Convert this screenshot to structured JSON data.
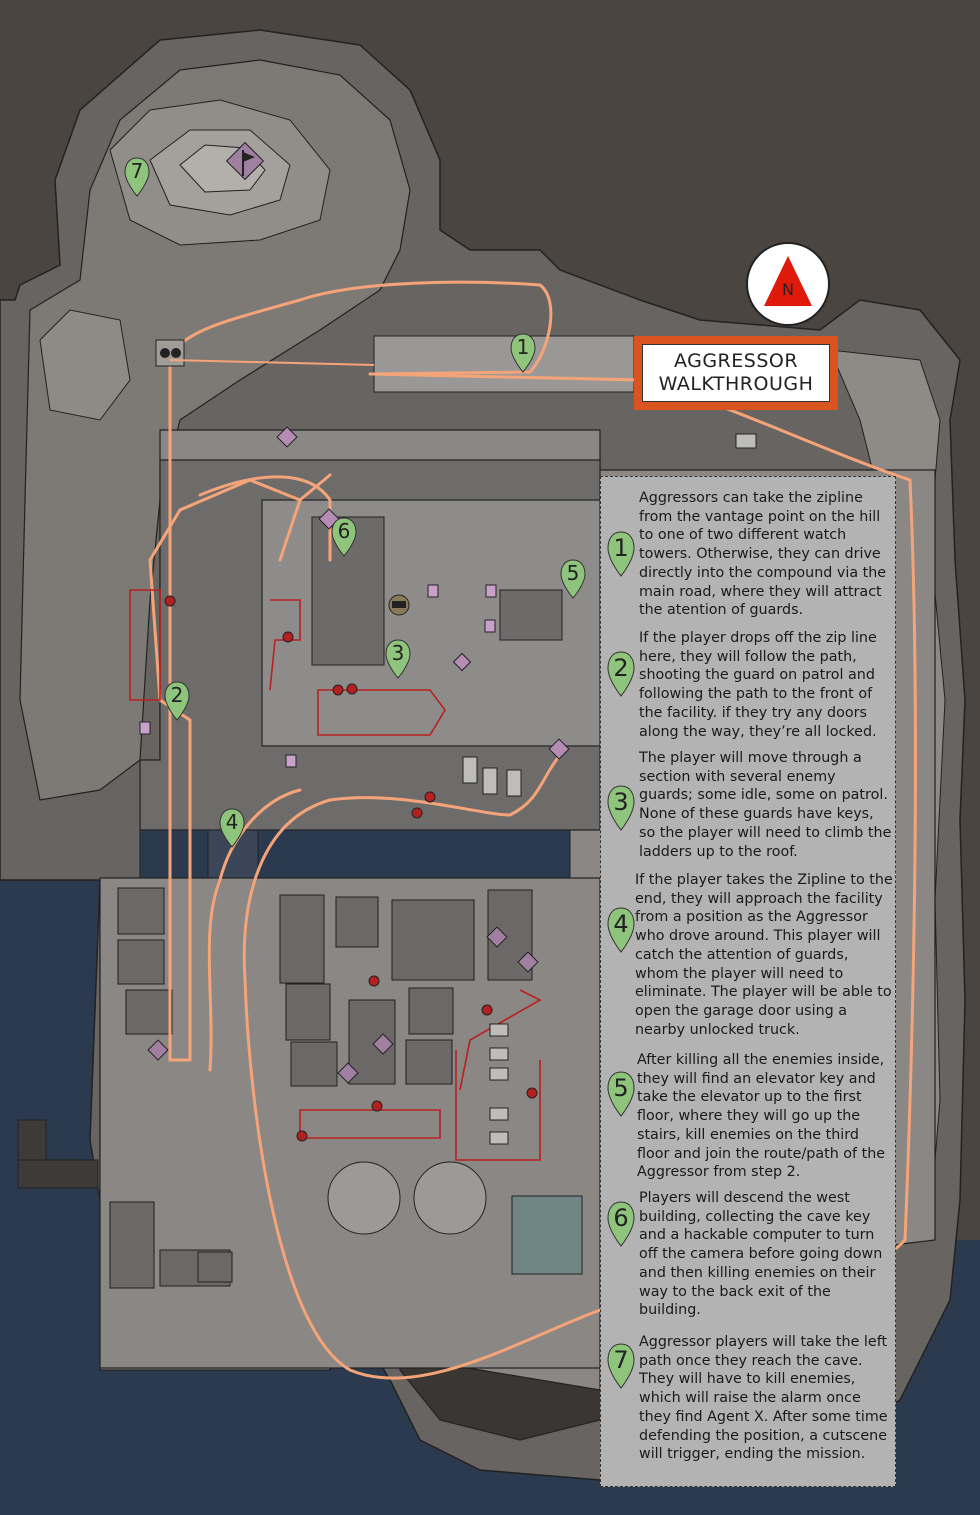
{
  "title": {
    "line1": "AGGRESSOR",
    "line2": "WALKTHROUGH"
  },
  "north": {
    "label": "N"
  },
  "colors": {
    "route": "#f4a478",
    "guard_path": "#b92020",
    "title_frame": "#d9541e",
    "north_arrow": "#e01a0a",
    "marker": "#8fc47c",
    "water": "#2c3a4f",
    "background": "#4a4541",
    "legend_bg": "#b3b3b3"
  },
  "steps": [
    {
      "number": "1",
      "text": "Aggressors can take the zipline from the vantage point on the hill to one of two different watch towers. Otherwise, they can drive directly into the compound via the main road, where they will attract the atention of guards."
    },
    {
      "number": "2",
      "text": "If the player drops off the zip line here, they will follow the path, shooting the guard on patrol and following the path to the front of the facility. if they try any doors along the way, they’re all locked."
    },
    {
      "number": "3",
      "text": "The player will move through a section with several enemy guards; some idle, some on patrol. None of these guards have keys, so the player will need to climb the ladders up to the roof."
    },
    {
      "number": "4",
      "text": "If the player takes the Zipline to the end, they will approach the facility from a position as the Aggressor who drove around. This player will catch the attention of guards, whom the player will need to eliminate. The player will be able to open the garage door using a nearby unlocked truck."
    },
    {
      "number": "5",
      "text": "After killing all the enemies inside, they will find an elevator key and take the elevator up to the first floor, where they will go up the stairs, kill enemies on the third floor and join the route/path of the Aggressor from step 2."
    },
    {
      "number": "6",
      "text": "Players will descend the west building, collecting the cave key and a hackable computer to turn off the camera before going down and then killing enemies on their way to the back exit of the building."
    },
    {
      "number": "7",
      "text": "Aggressor players will take the left path once they reach the cave. They will have to kill enemies, which will raise the alarm once they find Agent X. After some time defending the position, a cutscene will trigger, ending the mission."
    }
  ],
  "map_markers": [
    "1",
    "2",
    "3",
    "4",
    "5",
    "6",
    "7"
  ],
  "icons": [
    "zipline-binoculars-icon",
    "flag-objective-icon",
    "lock-icon",
    "door-icon",
    "enemy-guard-icon",
    "camera-icon",
    "ladder-icon",
    "north-arrow-icon"
  ]
}
